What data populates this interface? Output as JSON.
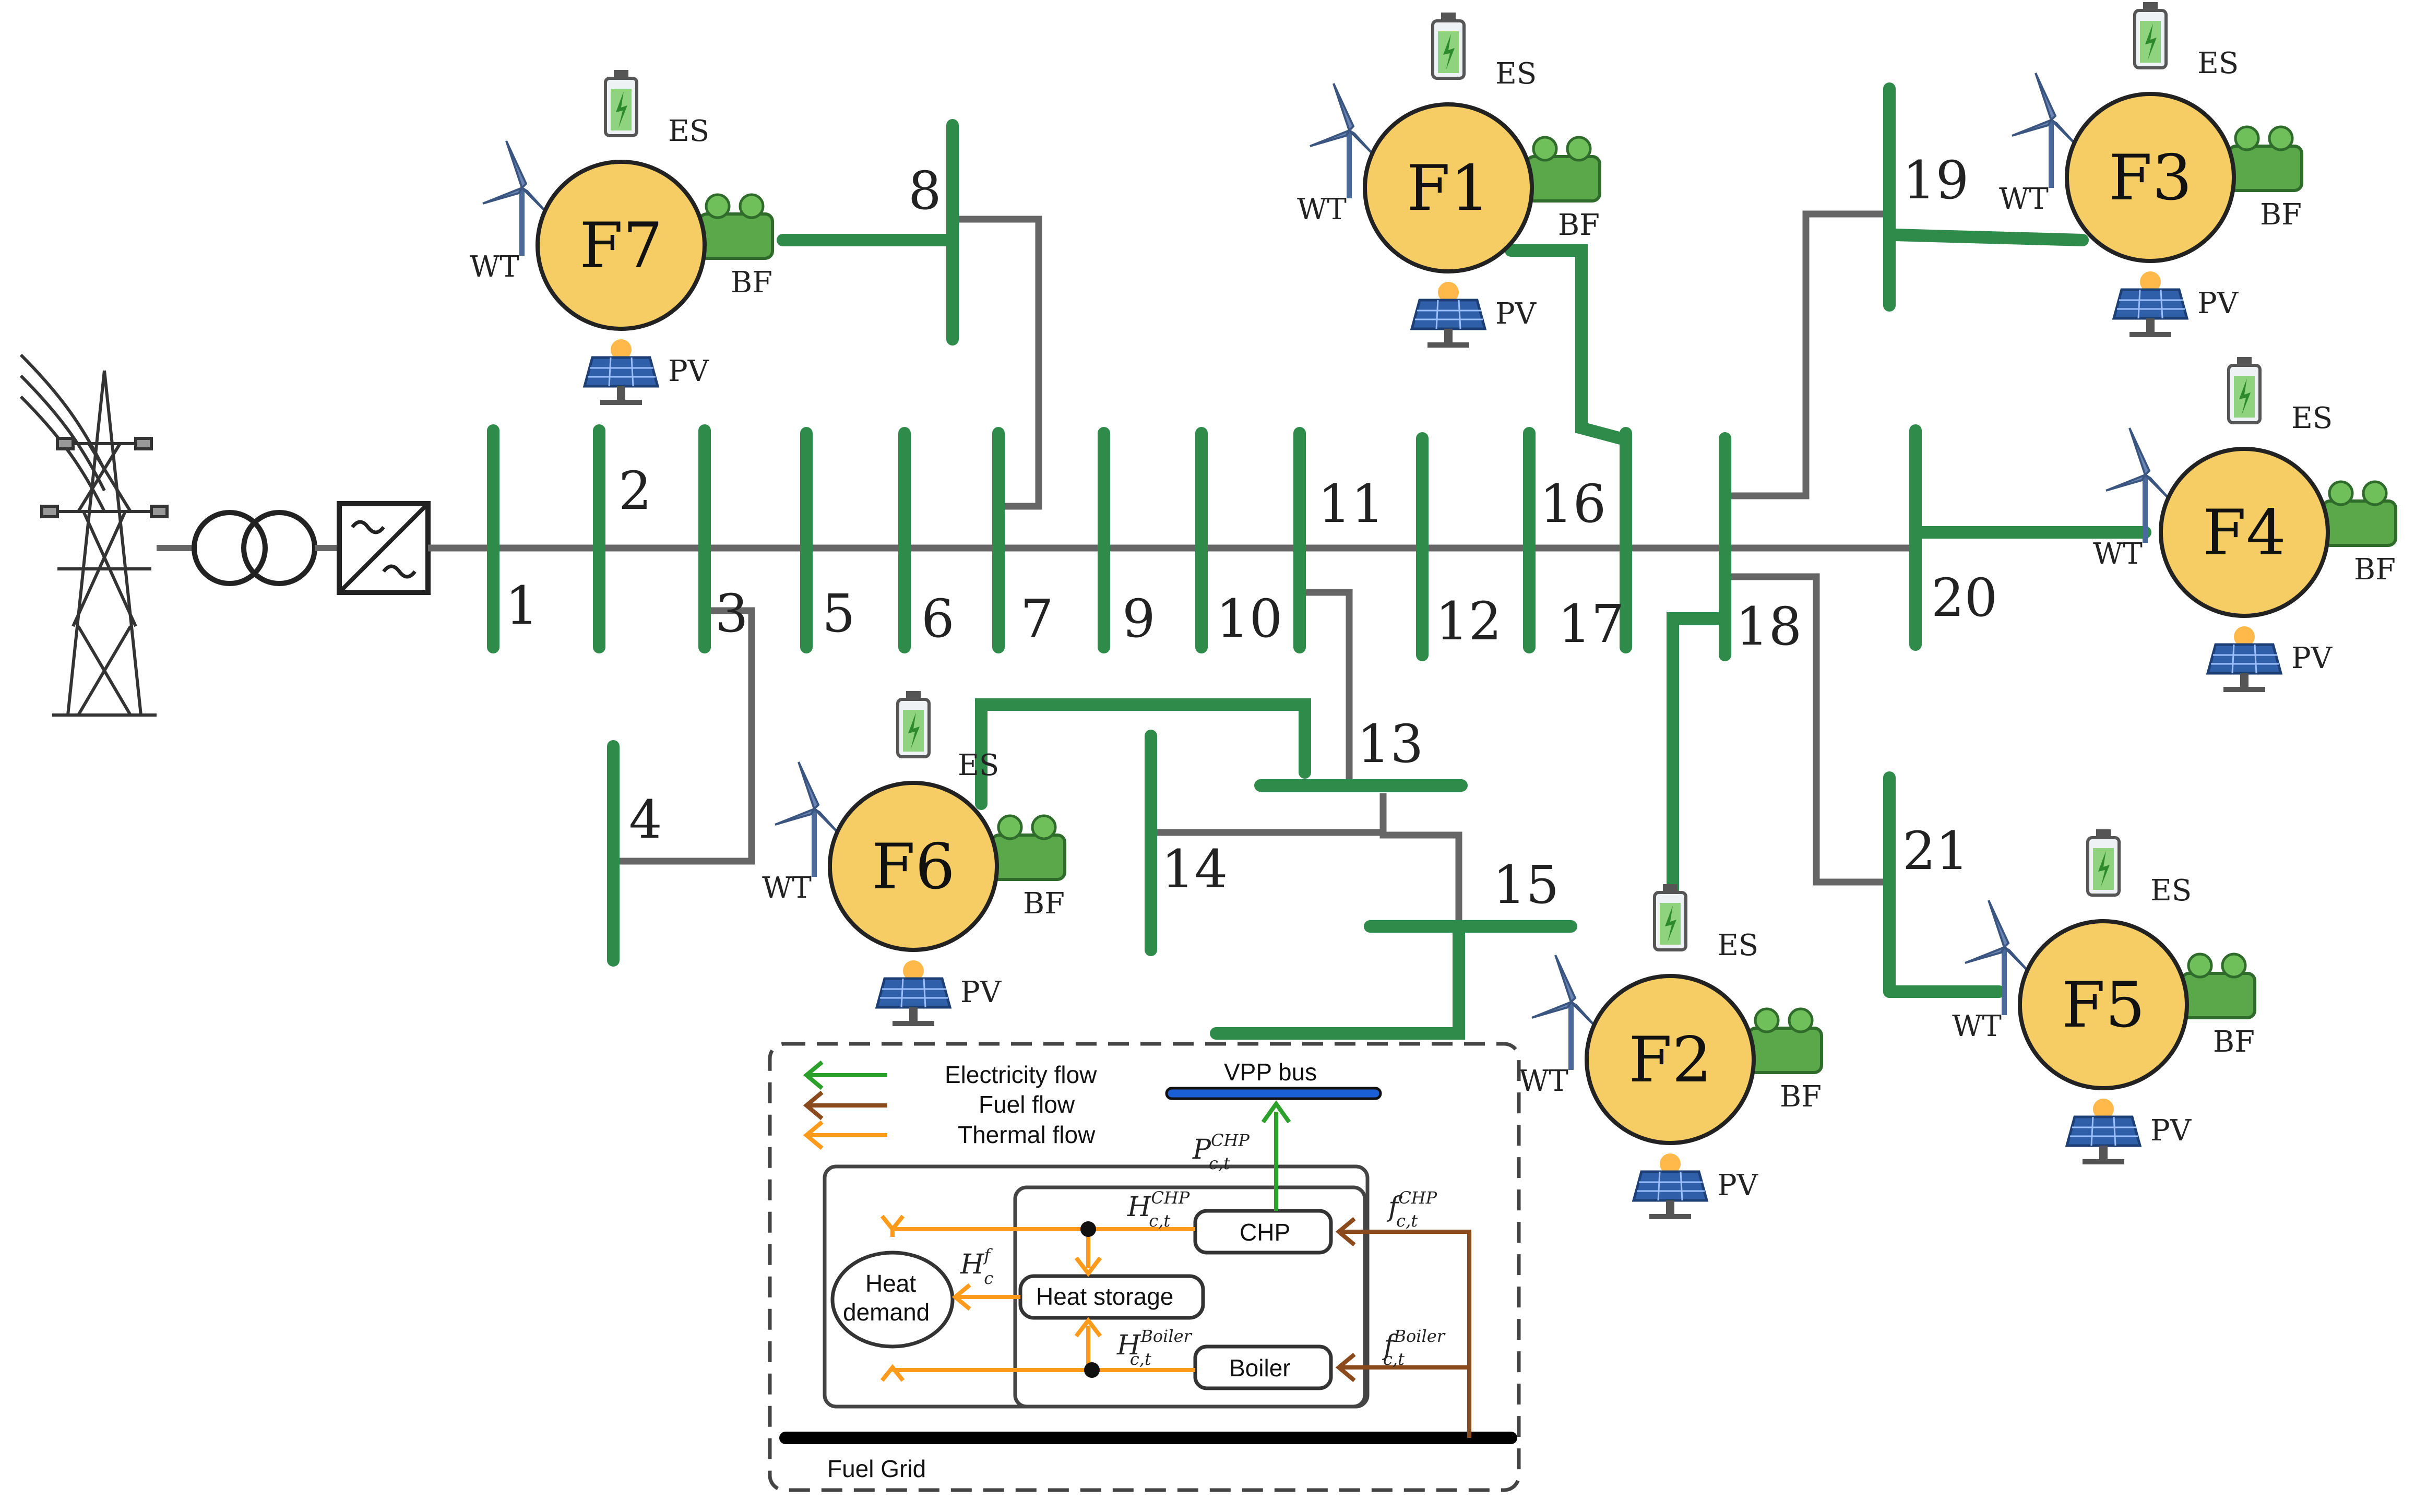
{
  "buses": [
    "1",
    "2",
    "3",
    "4",
    "5",
    "6",
    "7",
    "8",
    "9",
    "10",
    "11",
    "12",
    "13",
    "14",
    "15",
    "16",
    "17",
    "18",
    "19",
    "20",
    "21"
  ],
  "units": [
    {
      "id": "F1",
      "wt": "WT",
      "bf": "BF",
      "pv": "PV",
      "es": "ES"
    },
    {
      "id": "F2",
      "wt": "WT",
      "bf": "BF",
      "pv": "PV",
      "es": "ES"
    },
    {
      "id": "F3",
      "wt": "WT",
      "bf": "BF",
      "pv": "PV",
      "es": "ES"
    },
    {
      "id": "F4",
      "wt": "WT",
      "bf": "BF",
      "pv": "PV",
      "es": "ES"
    },
    {
      "id": "F5",
      "wt": "WT",
      "bf": "BF",
      "pv": "PV",
      "es": "ES"
    },
    {
      "id": "F6",
      "wt": "WT",
      "bf": "BF",
      "pv": "PV",
      "es": "ES"
    },
    {
      "id": "F7",
      "wt": "WT",
      "bf": "BF",
      "pv": "PV",
      "es": "ES"
    }
  ],
  "inset": {
    "legend": [
      "Electricity flow",
      "Fuel flow",
      "Thermal flow"
    ],
    "vpp_bus": "VPP bus",
    "chp": "CHP",
    "boiler": "Boiler",
    "heat_storage": "Heat storage",
    "heat_demand_line1": "Heat",
    "heat_demand_line2": "demand",
    "fuel_grid": "Fuel Grid",
    "sym_P": "P",
    "sup_P": "CHP",
    "sub_P": "c,t",
    "sym_Hchp": "H",
    "sup_Hchp": "CHP",
    "sub_Hchp": "c,t",
    "sym_Hb": "H",
    "sup_Hb": "Boiler",
    "sub_Hb": "c,t",
    "sym_Hd": "H",
    "sup_Hd": "f",
    "sub_Hd": "c",
    "sym_fchp": "f",
    "sup_fchp": "CHP",
    "sub_fchp": "c,t",
    "sym_fb": "f",
    "sup_fb": "Boiler",
    "sub_fb": "c,t"
  },
  "colors": {
    "bus": "#2e8b4a",
    "line": "#666666",
    "dg_fill": "#f5cd64",
    "electricity": "#2ba02b",
    "fuel": "#8b4a1c",
    "thermal": "#ff9a1a",
    "vpp_bus": "#1a5fd6"
  }
}
